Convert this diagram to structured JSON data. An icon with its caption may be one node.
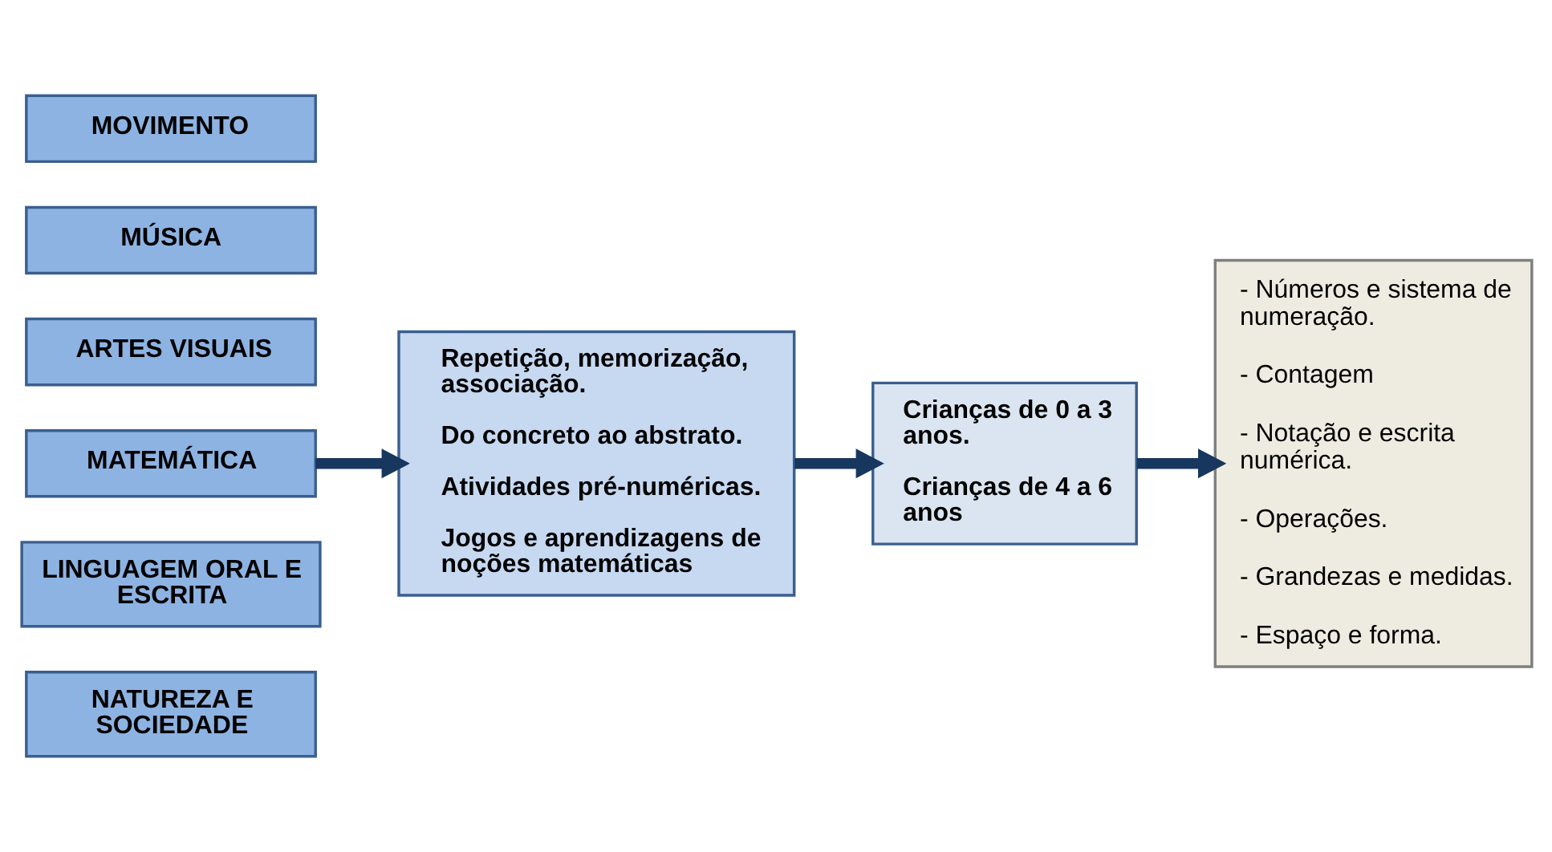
{
  "diagram": {
    "nodes": [
      {
        "text": [
          "MOVIMENTO"
        ]
      },
      {
        "text": [
          "MÚSICA"
        ]
      },
      {
        "text": [
          "ARTES VISUAIS"
        ]
      },
      {
        "text": [
          "MATEMÁTICA"
        ]
      },
      {
        "text": [
          "LINGUAGEM ORAL E ESCRITA"
        ]
      },
      {
        "text": [
          "NATUREZA E SOCIEDADE"
        ]
      },
      {
        "text": [
          "Repetição, memorização, associação.",
          "Do concreto ao abstrato.",
          "Atividades pré-numéricas.",
          "Jogos e aprendizagens de noções matemáticas"
        ]
      },
      {
        "text": [
          "Crianças de 0 a 3 anos.",
          "Crianças de 4 a 6 anos"
        ]
      },
      {
        "text": [
          "- Números e sistema de numeração.",
          "- Contagem",
          "- Notação e escrita numérica.",
          "- Operações.",
          "- Grandezas e medidas.",
          "- Espaço e forma."
        ]
      }
    ],
    "edges": [
      {
        "from": 3,
        "to": 6,
        "arrow": "to"
      },
      {
        "from": 6,
        "to": 7,
        "arrow": "to"
      },
      {
        "from": 7,
        "to": 8,
        "arrow": "to"
      }
    ]
  }
}
